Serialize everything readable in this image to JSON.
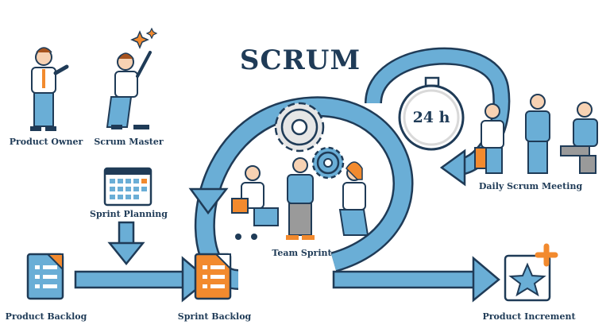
{
  "title": "SCRUM",
  "timer": "24 h",
  "roles": {
    "product_owner": "Product Owner",
    "scrum_master": "Scrum Master"
  },
  "steps": {
    "sprint_planning": "Sprint Planning",
    "product_backlog": "Product Backlog",
    "sprint_backlog": "Sprint Backlog",
    "team_sprint": "Team Sprint",
    "daily_scrum": "Daily Scrum Meeting",
    "product_increment": "Product Increment"
  },
  "colors": {
    "outline": "#1f3b57",
    "blue": "#6aaed6",
    "blue_light": "#9fd0e8",
    "orange": "#f28a2e",
    "gray": "#d9d9d9"
  }
}
